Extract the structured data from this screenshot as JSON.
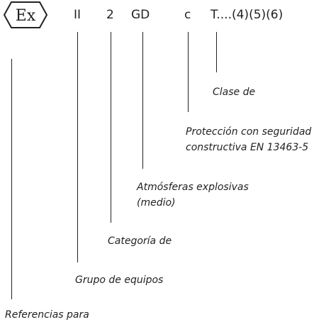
{
  "marking": {
    "logo_text": "Ex",
    "group": "II",
    "category": "2",
    "atmosphere": "GD",
    "protection": "c",
    "temperature": "T....(4)(5)(6)"
  },
  "labels": {
    "temperature_class": "Clase de",
    "protection_line1": "Protección con seguridad",
    "protection_line2": "constructiva EN 13463-5",
    "atmosphere_line1": "Atmósferas explosivas",
    "atmosphere_line2": "(medio)",
    "category": "Categoría de",
    "group": "Grupo de equipos",
    "references": "Referencias para"
  }
}
